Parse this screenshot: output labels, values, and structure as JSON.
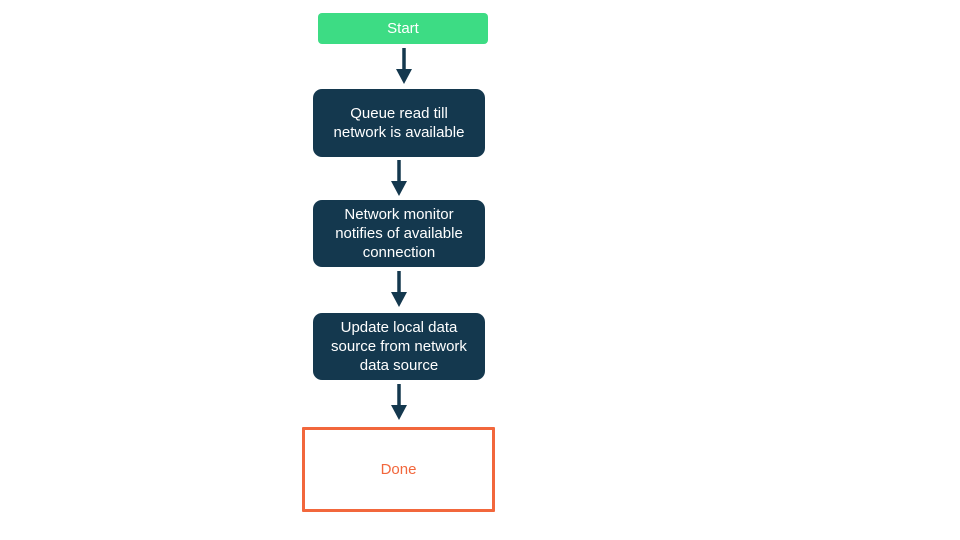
{
  "colors": {
    "background": "#ffffff",
    "green": "#3ddc84",
    "navy": "#14384e",
    "orange": "#f2673c"
  },
  "diagram": {
    "type": "flowchart",
    "direction": "top-down"
  },
  "nodes": [
    {
      "id": "start",
      "type": "start",
      "label": "Start"
    },
    {
      "id": "queue-read",
      "type": "process",
      "label": "Queue read till network is available"
    },
    {
      "id": "network-monitor",
      "type": "process",
      "label": "Network monitor notifies of available connection"
    },
    {
      "id": "update-local",
      "type": "process",
      "label": "Update local data source from network data source"
    },
    {
      "id": "done",
      "type": "terminal",
      "label": "Done"
    }
  ],
  "edges": [
    {
      "from": "start",
      "to": "queue-read"
    },
    {
      "from": "queue-read",
      "to": "network-monitor"
    },
    {
      "from": "network-monitor",
      "to": "update-local"
    },
    {
      "from": "update-local",
      "to": "done"
    }
  ]
}
